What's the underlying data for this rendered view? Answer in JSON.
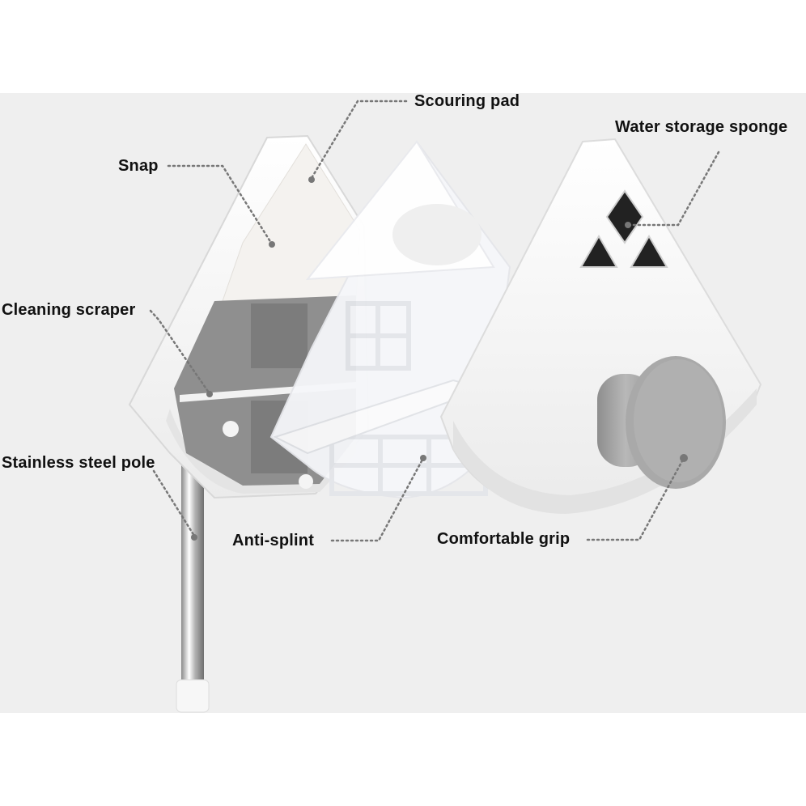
{
  "labels": {
    "scouring_pad": "Scouring pad",
    "water_storage_sponge": "Water storage sponge",
    "snap": "Snap",
    "cleaning_scraper": "Cleaning scraper",
    "stainless_steel_pole": "Stainless steel pole",
    "anti_splint": "Anti-splint",
    "comfortable_grip": "Comfortable grip"
  },
  "colors": {
    "background_band": "#efefef",
    "shell_white": "#ffffff",
    "gray_panel": "#8f8f8f",
    "knob_gray": "#a9a9a9",
    "sponge_black": "#222222",
    "leader_line": "#777777"
  }
}
